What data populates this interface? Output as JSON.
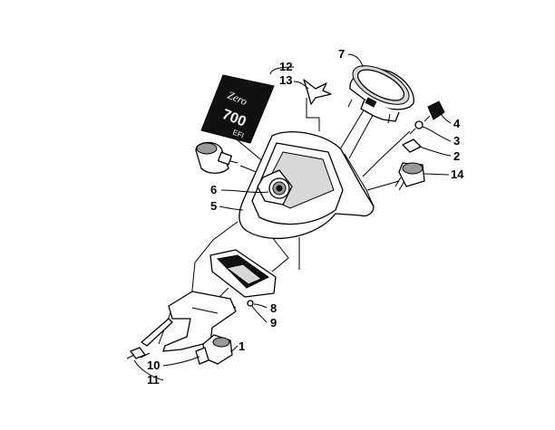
{
  "callouts": {
    "c1": "1",
    "c2": "2",
    "c3": "3",
    "c4": "4",
    "c5": "5",
    "c6": "6",
    "c7": "7",
    "c8": "8",
    "c9": "9",
    "c10": "10",
    "c11": "11",
    "c12": "12",
    "c13": "13",
    "c14": "14"
  },
  "decal_text": {
    "logo": "Zero",
    "model": "700",
    "sub": "EFI"
  }
}
